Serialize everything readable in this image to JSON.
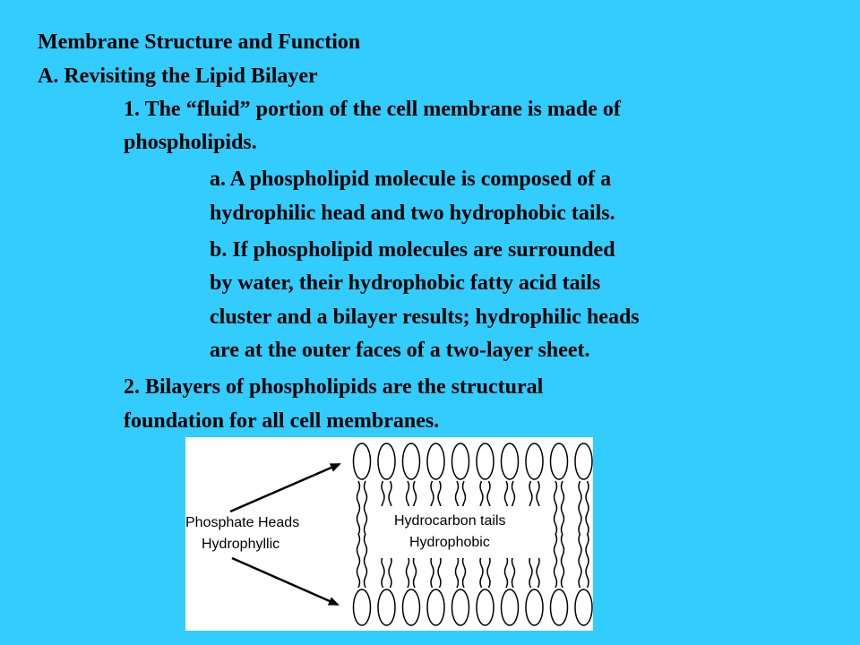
{
  "slide": {
    "title": "Membrane Structure and Function",
    "section": "A.  Revisiting the Lipid Bilayer",
    "point1_line1": "1.  The “fluid” portion of the cell membrane is made of",
    "point1_line2": "phospholipids.",
    "sub_a_line1": "a.  A phospholipid molecule is composed of a",
    "sub_a_line2": "hydrophilic head and two hydrophobic tails.",
    "sub_b_line1": "b.  If phospholipid molecules are surrounded",
    "sub_b_line2": "by water, their hydrophobic fatty acid tails",
    "sub_b_line3": "cluster and a bilayer results; hydrophilic heads",
    "sub_b_line4": "are at the outer faces of a two-layer sheet.",
    "point2_line1": "2.  Bilayers of phospholipids are the structural",
    "point2_line2": "foundation for all cell membranes."
  },
  "figure": {
    "label_heads_1": "Phosphate Heads",
    "label_heads_2": "Hydrophyllic",
    "label_tails_1": "Hydrocarbon tails",
    "label_tails_2": "Hydrophobic"
  },
  "colors": {
    "background": "#33CCFF",
    "text": "#000000",
    "figure_background": "#FFFFFF"
  }
}
